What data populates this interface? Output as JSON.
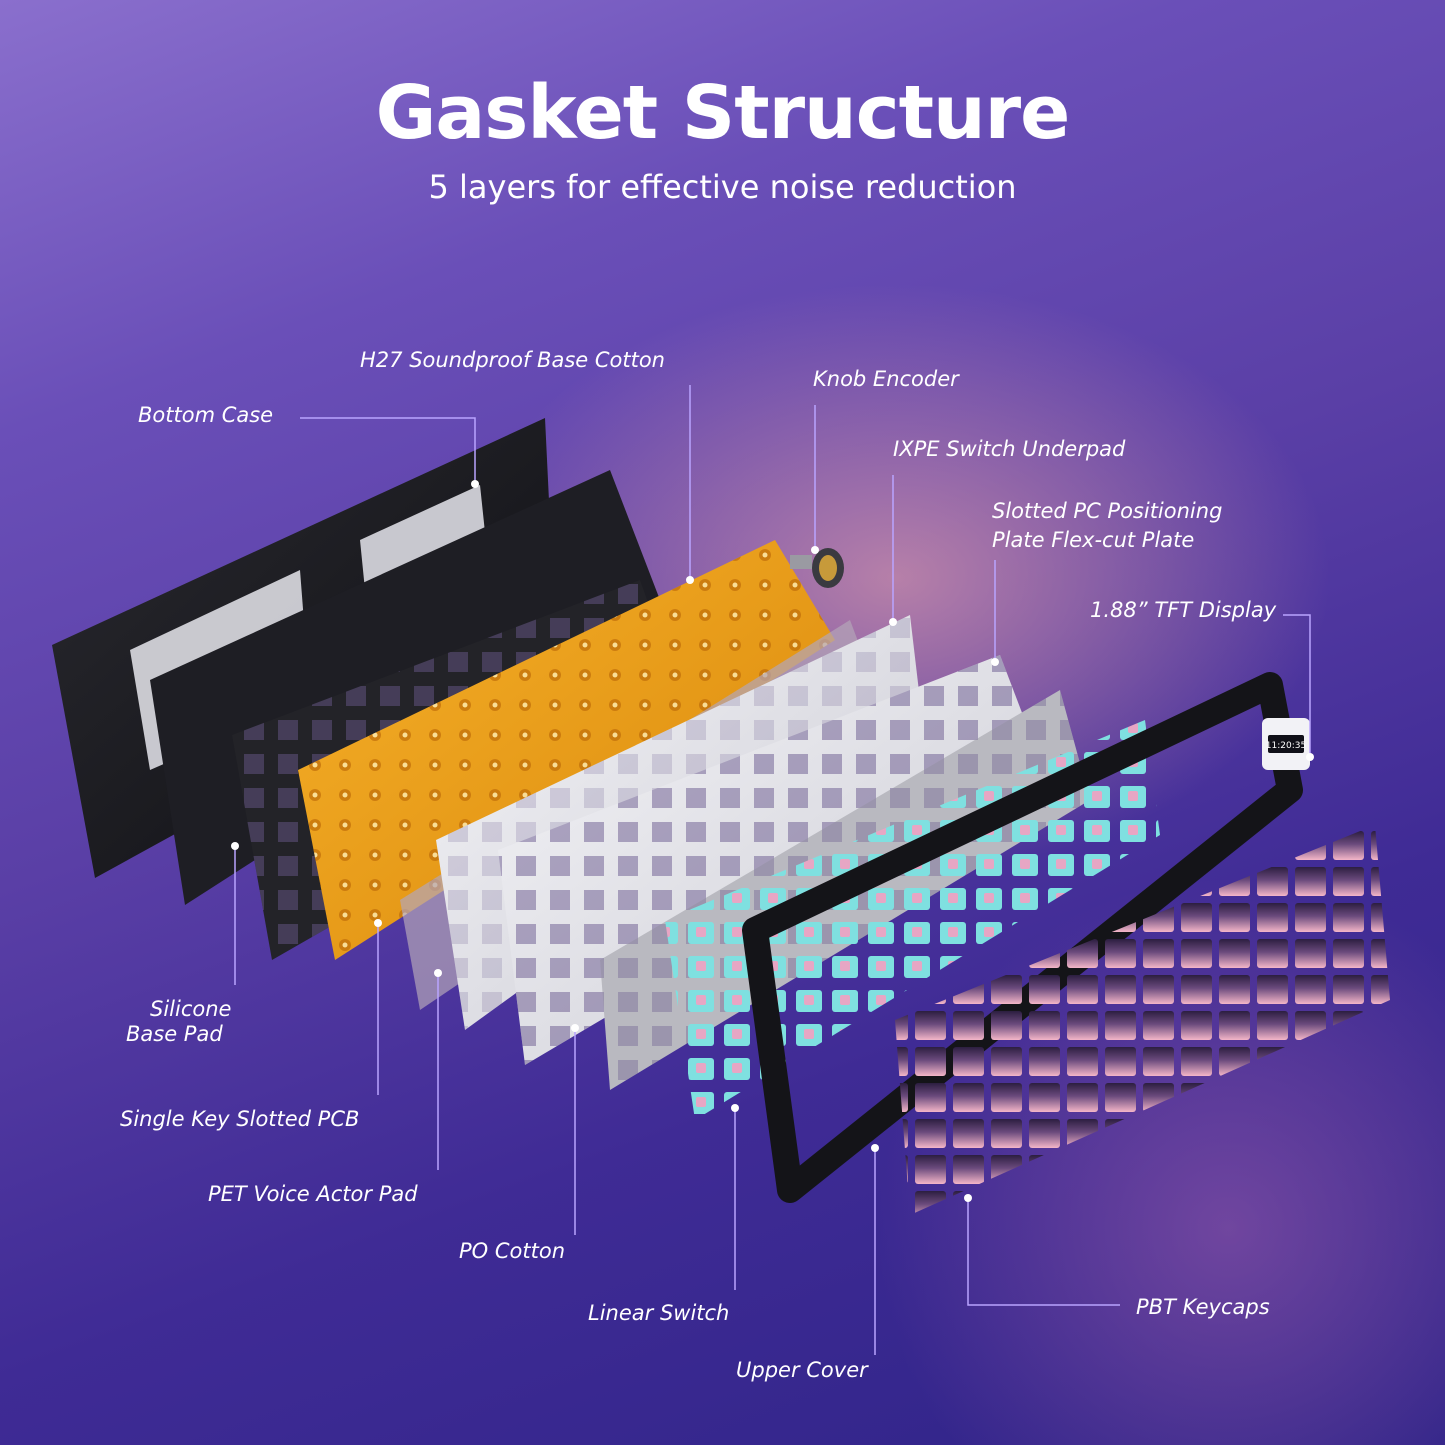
{
  "title": "Gasket Structure",
  "subtitle": "5 layers for effective noise reduction",
  "display_time": "11:20:35",
  "labels": {
    "bottom_case": "Bottom Case",
    "h27_cotton": "H27 Soundproof Base Cotton",
    "knob_encoder": "Knob Encoder",
    "ixpe_underpad": "IXPE Switch Underpad",
    "pc_plate_line1": "Slotted PC Positioning",
    "pc_plate_line2": "Plate Flex-cut Plate",
    "tft_display": "1.88” TFT Display",
    "silicone_pad_line1": "Silicone",
    "silicone_pad_line2": "Base Pad",
    "pcb": "Single Key Slotted PCB",
    "pet_pad": "PET Voice Actor Pad",
    "po_cotton": "PO Cotton",
    "linear_switch": "Linear Switch",
    "upper_cover": "Upper Cover",
    "pbt_keycaps": "PBT Keycaps"
  },
  "colors": {
    "accent_line": "#b9a4ff",
    "case_black": "#1b1b1f",
    "pcb_orange": "#f0a014",
    "plate_white": "#e9e9ee",
    "switch_cyan": "#7fe0e0",
    "switch_pink": "#e7a6c4",
    "keycap_purple": "#3a2752",
    "keycap_pink": "#f3b3c6"
  }
}
